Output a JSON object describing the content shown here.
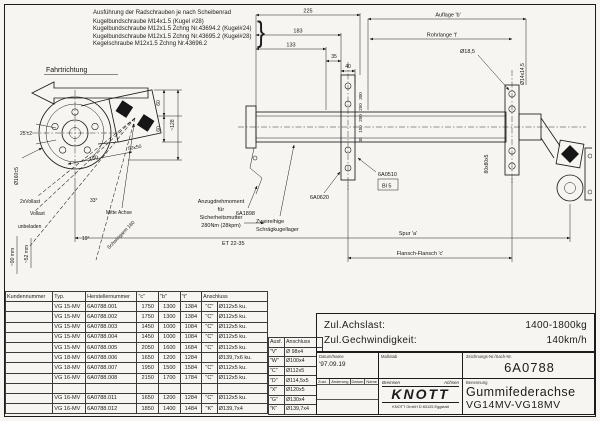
{
  "colors": {
    "paper": "#f6f5f1",
    "ink": "#1c1c1c"
  },
  "notes": {
    "heading": "Ausführung der Radschrauben je nach Scheibenrad",
    "lines": [
      "Kugelbundschraube M14x1.5 (Kugel #28)",
      "Kugelbundschraube M12x1.5 Zchng Nr.43694.2 (Kugel#24)",
      "Kugelbundschraube M12x1.5 Zchng Nr.43695.2 (Kugel#28)",
      "Kegelschraube M12x1.5 Zchng Nr.43696.2"
    ],
    "brace": "}"
  },
  "drawing": {
    "fahrtrichtung": "Fahrtrichtung",
    "dim_225": "225",
    "dim_183": "183",
    "dim_133": "133",
    "dim_35": "35",
    "dim_40": "40",
    "auflage_b": "Auflage 'b'",
    "rohrlange_t": "Rohrlange 't'",
    "dia_18_5": "Ø18,5",
    "dia_14x14_5": "Ø14x14,5",
    "dim_128": "~128",
    "dim_60_a": "60",
    "dim_60_b": "60",
    "dim_160_arm": "160",
    "dim_50x50": "50x50",
    "ang_25": "25'±2",
    "dia_160": "Ø160±5",
    "label_2xvollast": "2xVollast",
    "label_vollast": "Vollast",
    "label_unbeladen": "unbeladen",
    "ang_33": "33°",
    "ang_19": "19°",
    "mitte_achse": "Mitte Achse",
    "schwingarm": "Schwingarm 160",
    "dim_90mm": "~90 mm",
    "dim_52mm": "~52 mm",
    "torque_l1": "Anzugdrehmoment",
    "torque_l2": "für",
    "torque_l3": "Sicherheitsmutter",
    "torque_l4": "280Nm (28kpm)",
    "part_6a1898": "6A1898",
    "bearing_l1": "Zweireihige",
    "bearing_l2": "Schrägkugellager",
    "part_6a0620": "6A0620",
    "part_6a0510": "6A0510",
    "part_bl5": "Bl 5",
    "et": "ET 22-35",
    "spur": "Spur 'a'",
    "flansch": "Flansch-Flansch 'c'",
    "profile": "80x80x5",
    "chain_300": "300",
    "chain_250": "250",
    "chain_200": "200",
    "chain_100": "100",
    "chain_40": "40"
  },
  "table": {
    "headers": [
      "Kundennummer",
      "Typ.",
      "Herstellernummer",
      "\"c\"",
      "\"b\"",
      "\"t\"",
      "Anschluss"
    ],
    "rows": [
      [
        "",
        "VG 15-MV",
        "6A0788.001",
        "1750",
        "1300",
        "1384",
        "\"C\"",
        "Ø112x5 ku."
      ],
      [
        "",
        "VG 15-MV",
        "6A0788.002",
        "1750",
        "1300",
        "1384",
        "\"C\"",
        "Ø112x5 ku."
      ],
      [
        "",
        "VG 15-MV",
        "6A0788.003",
        "1450",
        "1000",
        "1084",
        "\"C\"",
        "Ø112x5 ku."
      ],
      [
        "",
        "VG 15-MV",
        "6A0788.004",
        "1450",
        "1000",
        "1084",
        "\"C\"",
        "Ø112x5 ku."
      ],
      [
        "",
        "VG 15-MV",
        "6A0788.005",
        "2050",
        "1600",
        "1684",
        "\"C\"",
        "Ø112x5 ku."
      ],
      [
        "",
        "VG 18-MV",
        "6A0788.006",
        "1650",
        "1200",
        "1284",
        "",
        "Ø139,7x6 ku."
      ],
      [
        "",
        "VG 18-MV",
        "6A0788.007",
        "1950",
        "1500",
        "1584",
        "\"C\"",
        "Ø112x5 ku."
      ],
      [
        "",
        "VG 16-MV",
        "6A0788.008",
        "2150",
        "1700",
        "1784",
        "\"C\"",
        "Ø112x5 ku."
      ],
      [
        "",
        "",
        "",
        "",
        "",
        "",
        "",
        ""
      ],
      [
        "",
        "VG 16-MV",
        "6A0788.011",
        "1650",
        "1200",
        "1284",
        "\"C\"",
        "Ø112x5 ku."
      ],
      [
        "",
        "VG 16-MV",
        "6A0788.012",
        "1850",
        "1400",
        "1484",
        "\"K\"",
        "Ø139,7x4"
      ]
    ]
  },
  "anschluss_table": {
    "headers": [
      "Ausf.",
      "Anschluss"
    ],
    "rows": [
      [
        "\"V\"",
        "Ø 98x4"
      ],
      [
        "\"W\"",
        "Ø100x4"
      ],
      [
        "\"C\"",
        "Ø112x5"
      ],
      [
        "\"D\"",
        "Ø114,5x5"
      ],
      [
        "\"X\"",
        "Ø120x5"
      ],
      [
        "\"G\"",
        "Ø130x4"
      ],
      [
        "\"K\"",
        "Ø139,7x4"
      ]
    ]
  },
  "specs": {
    "achslast_label": "Zul.Achslast:",
    "achslast_value": "1400-1800kg",
    "speed_label": "Zul.Gechwindigkeit:",
    "speed_value": "140km/h"
  },
  "titleblock": {
    "date_label": "Datum/Name",
    "date_value": "'97.09.19",
    "scale_label": "Maßstab",
    "rev_zust": "Zust.",
    "rev_aenderung": "Änderung",
    "rev_datum": "Datum",
    "rev_name": "Name",
    "logo_left": "Bremsen",
    "logo_right": "Achsen",
    "logo_name": "KNOTT",
    "logo_address": "KNOTT GmbH  D 83125  Eggstatt",
    "drawing_no_label": "Zeichnungs-Nr./Sach-Nr.",
    "drawing_no": "6A0788",
    "benennung_label": "Benennung",
    "title": "Gummifederachse",
    "subtitle": "VG14MV-VG18MV"
  }
}
